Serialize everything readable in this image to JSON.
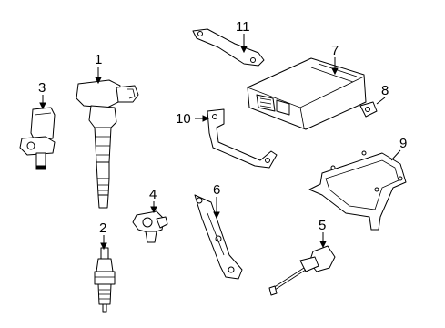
{
  "callouts": {
    "c1": "1",
    "c2": "2",
    "c3": "3",
    "c4": "4",
    "c5": "5",
    "c6": "6",
    "c7": "7",
    "c8": "8",
    "c9": "9",
    "c10": "10",
    "c11": "11"
  },
  "colors": {
    "line": "#000000",
    "background": "#ffffff"
  }
}
